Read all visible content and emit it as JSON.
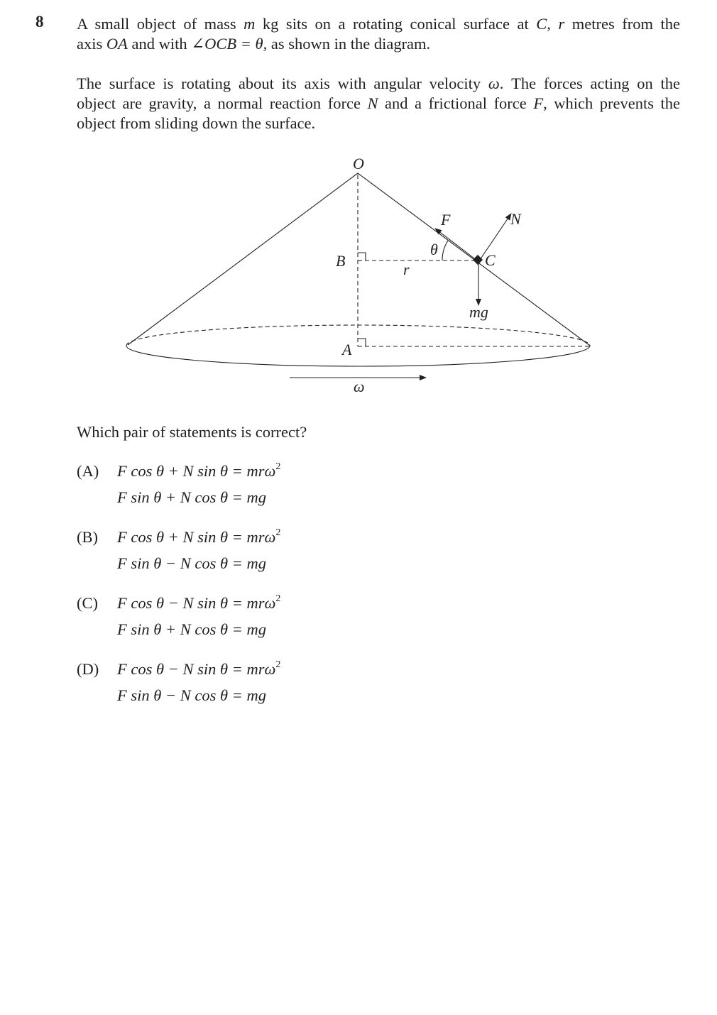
{
  "question_number": "8",
  "intro": {
    "l1_a": "A small object of mass ",
    "l1_m": "m",
    "l1_b": " kg sits on a rotating conical surface at ",
    "l1_C": "C",
    "l1_c": ", ",
    "l1_r": "r",
    "l1_d": " metres from the",
    "l2_a": "axis ",
    "l2_OA": "OA",
    "l2_b": " and with ",
    "l2_angle": "∠OCB = θ,",
    "l2_c": " as shown in the diagram."
  },
  "forces": {
    "l1_a": "The surface is rotating about its axis with angular velocity ",
    "l1_w": "ω",
    "l1_b": ". The forces acting on the",
    "l2_a": "object are gravity, a normal reaction force ",
    "l2_N": "N",
    "l2_b": " and a frictional force ",
    "l2_F": "F",
    "l2_c": ", which prevents the",
    "l3": "object from sliding down the surface."
  },
  "diagram_labels": {
    "O": "O",
    "F": "F",
    "N": "N",
    "theta": "θ",
    "B": "B",
    "C": "C",
    "r": "r",
    "mg": "mg",
    "A": "A",
    "omega": "ω"
  },
  "question": "Which pair of statements is correct?",
  "options": [
    {
      "letter": "(A)",
      "eq1": "F cos θ + N sin θ = mrω",
      "eq1_sup": "2",
      "eq2": "F sin θ + N cos θ = mg"
    },
    {
      "letter": "(B)",
      "eq1": "F cos θ + N sin θ = mrω",
      "eq1_sup": "2",
      "eq2": "F sin θ − N cos θ = mg"
    },
    {
      "letter": "(C)",
      "eq1": "F cos θ − N sin θ = mrω",
      "eq1_sup": "2",
      "eq2": "F sin θ + N cos θ = mg"
    },
    {
      "letter": "(D)",
      "eq1": "F cos θ − N sin θ = mrω",
      "eq1_sup": "2",
      "eq2": "F sin θ − N cos θ = mg"
    }
  ]
}
